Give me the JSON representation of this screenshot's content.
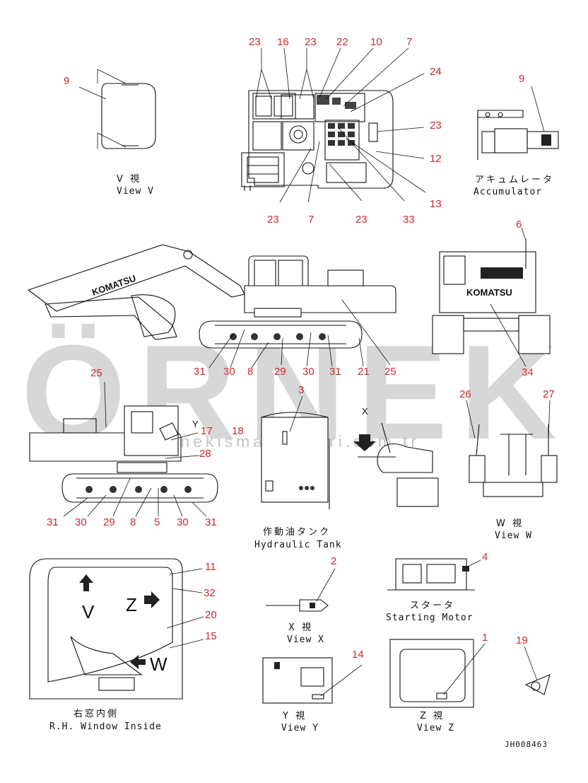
{
  "watermark": {
    "brand": "ÖRNEK",
    "url": "www.ornekismakinalari.com.tr",
    "color": "#d7d7d7",
    "accent": "#e0c870"
  },
  "views": {
    "view_v": {
      "jp": "V 視",
      "en": "View V"
    },
    "accumulator": {
      "jp": "アキュムレータ",
      "en": "Accumulator"
    },
    "hydraulic_tank": {
      "jp": "作動油タンク",
      "en": "Hydraulic Tank"
    },
    "view_w": {
      "jp": "W 視",
      "en": "View W"
    },
    "view_x": {
      "jp": "X 視",
      "en": "View X"
    },
    "starting_motor": {
      "jp": "スタータ",
      "en": "Starting Motor"
    },
    "rh_window": {
      "jp": "右窓内側",
      "en": "R.H. Window Inside"
    },
    "view_y": {
      "jp": "Y 視",
      "en": "View Y"
    },
    "view_z": {
      "jp": "Z 視",
      "en": "View Z"
    }
  },
  "view_letters": {
    "v": "V",
    "z": "Z",
    "w": "W",
    "x": "X",
    "y": "Y"
  },
  "machine_brand": "KOMATSU",
  "document_id": "JH008463",
  "callouts": {
    "top_left": [
      "23",
      "16",
      "23",
      "22",
      "10",
      "7"
    ],
    "top_right": [
      "24",
      "23",
      "12",
      "13"
    ],
    "top_bottom": [
      "23",
      "7",
      "23",
      "33"
    ],
    "view_v": "9",
    "accumulator": "9",
    "rear": "6",
    "rear_bottom": "34",
    "side_track": [
      "31",
      "30",
      "8",
      "29",
      "30",
      "31",
      "21",
      "25"
    ],
    "left_side_top": [
      "25",
      "17",
      "18",
      "28"
    ],
    "left_side_track": [
      "31",
      "30",
      "29",
      "8",
      "5",
      "30",
      "31"
    ],
    "tank": "3",
    "view_w": [
      "26",
      "27"
    ],
    "view_x": "2",
    "starting_motor": "4",
    "window": [
      "11",
      "32",
      "20",
      "15"
    ],
    "view_y": "14",
    "view_z": "1",
    "decal": "19"
  }
}
